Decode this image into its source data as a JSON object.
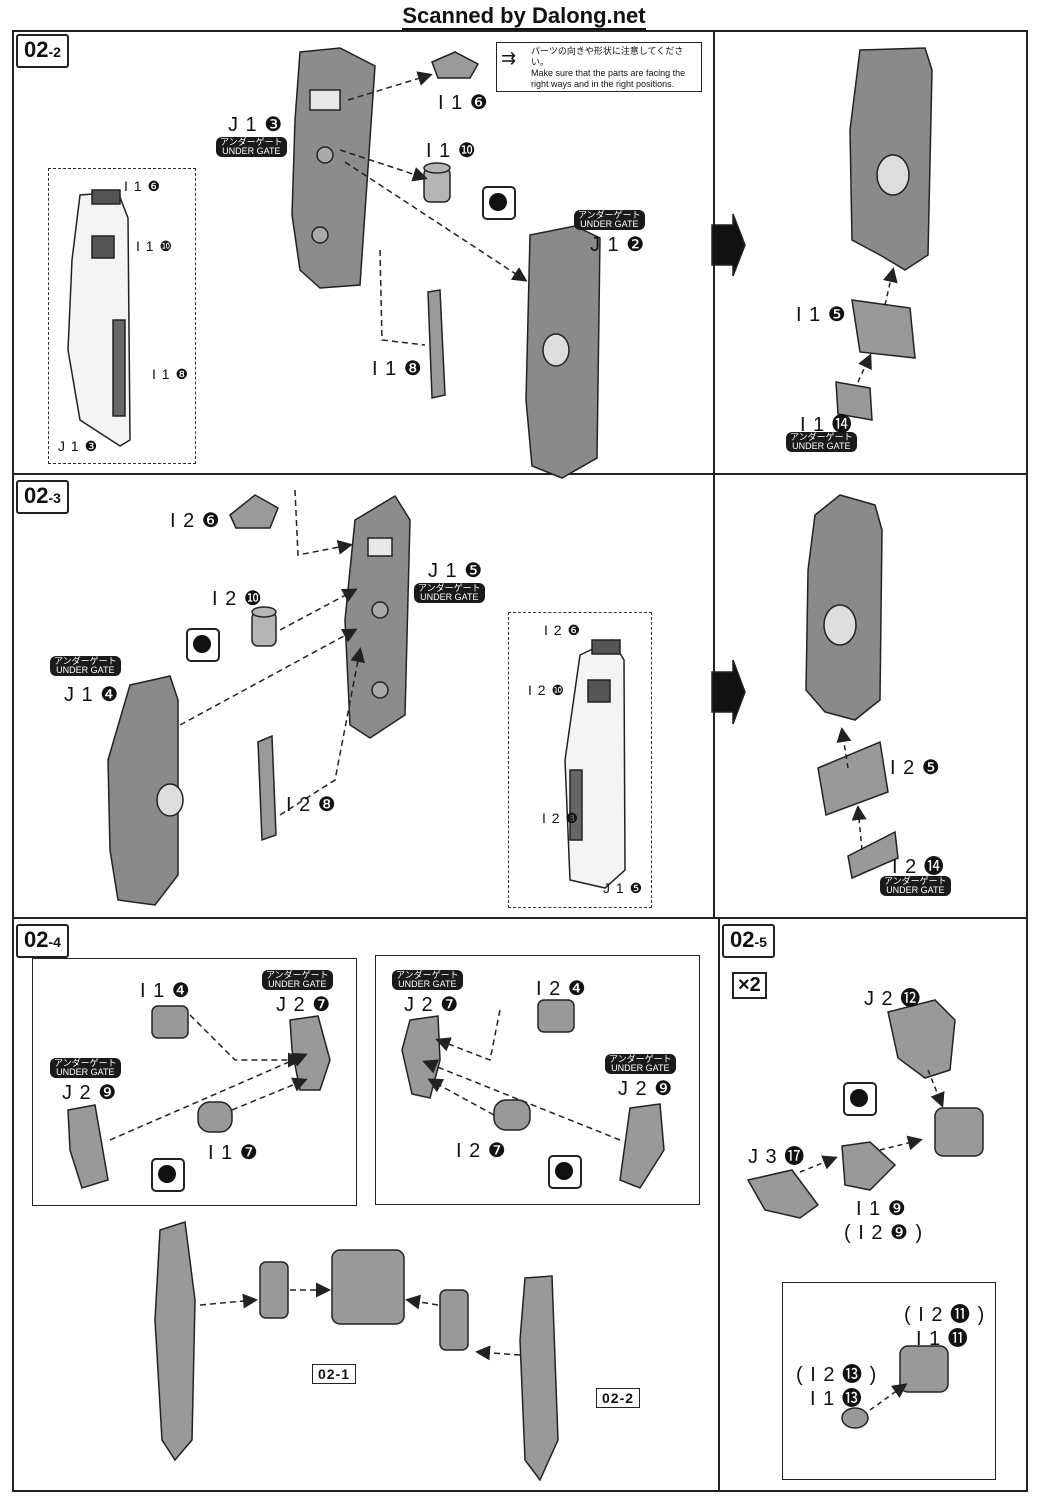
{
  "header": {
    "title": "Scanned by Dalong.net"
  },
  "note": {
    "jp": "パーツの向きや形状に注意してください。",
    "en": "Make sure that the parts are facing the right ways and in the right positions."
  },
  "gate_text": {
    "jp": "アンダーゲート",
    "en": "UNDER GATE"
  },
  "steps": {
    "s22": {
      "num": "02",
      "sub": "-2"
    },
    "s23": {
      "num": "02",
      "sub": "-3"
    },
    "s24": {
      "num": "02",
      "sub": "-4"
    },
    "s25": {
      "num": "02",
      "sub": "-5"
    }
  },
  "labels": {
    "i1_6": "I 1 ❻",
    "i1_10": "I 1 ❿",
    "j1_3": "J 1 ❸",
    "j1_2": "J 1 ❷",
    "i1_8": "I 1 ❽",
    "i1_5": "I 1 ❺",
    "i1_14": "I 1 ⓮",
    "i1_6_sm": "I 1 ❻",
    "i1_10_sm": "I 1 ❿",
    "i1_8_sm": "I 1 ❽",
    "j1_3_sm": "J 1 ❸",
    "i2_6": "I 2 ❻",
    "i2_10": "I 2 ❿",
    "j1_5": "J 1 ❺",
    "j1_4": "J 1 ❹",
    "i2_8": "I 2 ❽",
    "i2_6_sm": "I 2 ❻",
    "i2_10_sm": "I 2 ❿",
    "i2_8_sm": "I 2 ❽",
    "j1_5_sm": "J 1 ❺",
    "i2_5": "I 2 ❺",
    "i2_14": "I 2 ⓮",
    "i1_4": "I 1 ❹",
    "j2_7a": "J 2 ❼",
    "j2_9a": "J 2 ❾",
    "i1_7": "I 1 ❼",
    "j2_7b": "J 2 ❼",
    "i2_4": "I 2 ❹",
    "j2_9b": "J 2 ❾",
    "i2_7": "I 2 ❼",
    "ref_02_1": "02-1",
    "ref_02_2": "02-2",
    "x2": "×2",
    "j2_12": "J 2 ⓬",
    "j3_17": "J 3 ⓱",
    "i1_9": "I 1 ❾",
    "i2_9": "( I 2 ❾ )",
    "i2_11": "( I 2 ⓫ )",
    "i1_11": "I 1 ⓫",
    "i2_13": "( I 2 ⓭ )",
    "i1_13": "I 1 ⓭"
  }
}
